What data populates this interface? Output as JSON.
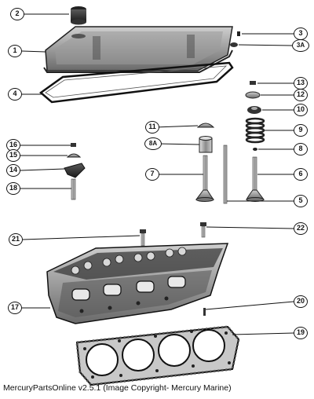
{
  "footer": "MercuryPartsOnline v2.5.1 (Image Copyright- Mercury Marine)",
  "callouts": {
    "c1": "1",
    "c2": "2",
    "c3": "3",
    "c3a": "3A",
    "c4": "4",
    "c5": "5",
    "c6": "6",
    "c7": "7",
    "c8": "8",
    "c8a": "8A",
    "c9": "9",
    "c10": "10",
    "c11": "11",
    "c12": "12",
    "c13": "13",
    "c14": "14",
    "c15": "15",
    "c16": "16",
    "c17": "17",
    "c18": "18",
    "c19": "19",
    "c20": "20",
    "c21": "21",
    "c22": "22"
  }
}
